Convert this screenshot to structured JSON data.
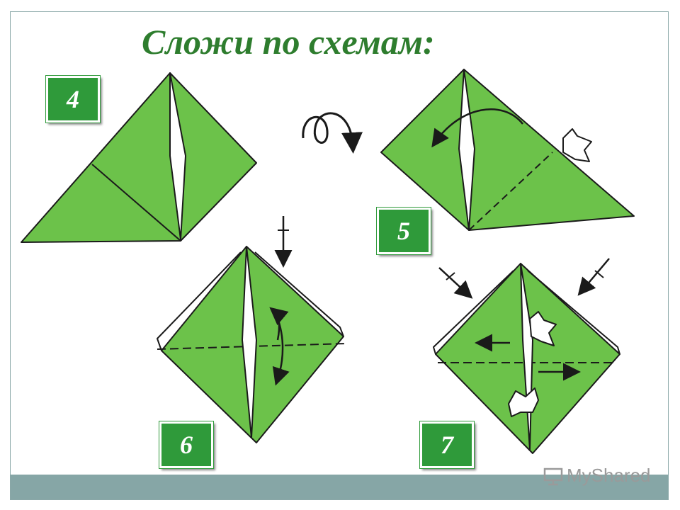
{
  "title": "Сложи  по схемам:",
  "steps": [
    {
      "label": "4"
    },
    {
      "label": "5"
    },
    {
      "label": "6"
    },
    {
      "label": "7"
    }
  ],
  "watermark": "MyShared",
  "colors": {
    "paper": "#6cc24a",
    "paper_dark": "#4fa83a",
    "outline": "#1a1a1a",
    "title": "#2e7d2e",
    "badge": "#2f9a3a",
    "footer": "#86a6a6"
  }
}
